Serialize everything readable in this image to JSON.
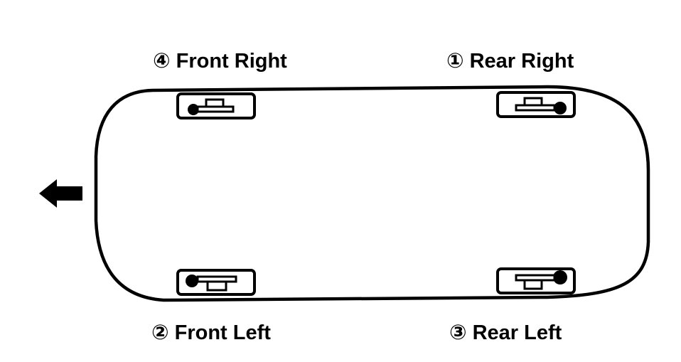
{
  "labels": {
    "front_right": "④ Front Right",
    "rear_right": "① Rear Right",
    "front_left": "② Front Left",
    "rear_left": "③ Rear Left"
  },
  "icons": {
    "direction": "arrow-left-icon",
    "wheel": "wheel-sensor-icon"
  },
  "colors": {
    "stroke": "#000000",
    "background": "#ffffff"
  }
}
